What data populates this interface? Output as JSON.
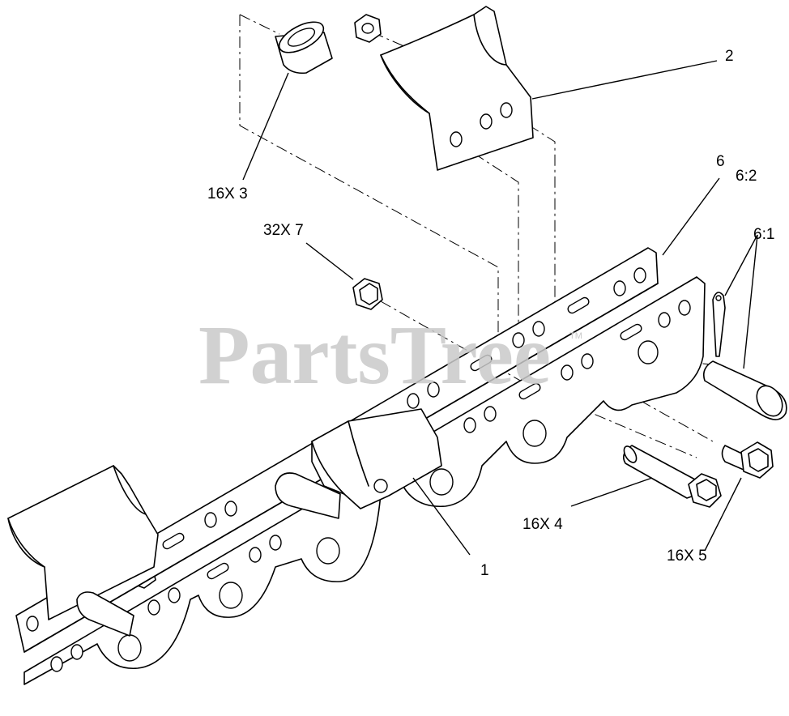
{
  "watermark": {
    "text": "PartsTree",
    "tm": "TM"
  },
  "callouts": [
    {
      "id": "item-2",
      "label": "2"
    },
    {
      "id": "item-16x3",
      "label": "16X 3"
    },
    {
      "id": "item-32x7",
      "label": "32X 7"
    },
    {
      "id": "item-6",
      "label": "6"
    },
    {
      "id": "item-6-2",
      "label": "6:2"
    },
    {
      "id": "item-6-1",
      "label": "6:1"
    },
    {
      "id": "item-16x4",
      "label": "16X 4"
    },
    {
      "id": "item-16x5",
      "label": "16X 5"
    },
    {
      "id": "item-1",
      "label": "1"
    }
  ]
}
